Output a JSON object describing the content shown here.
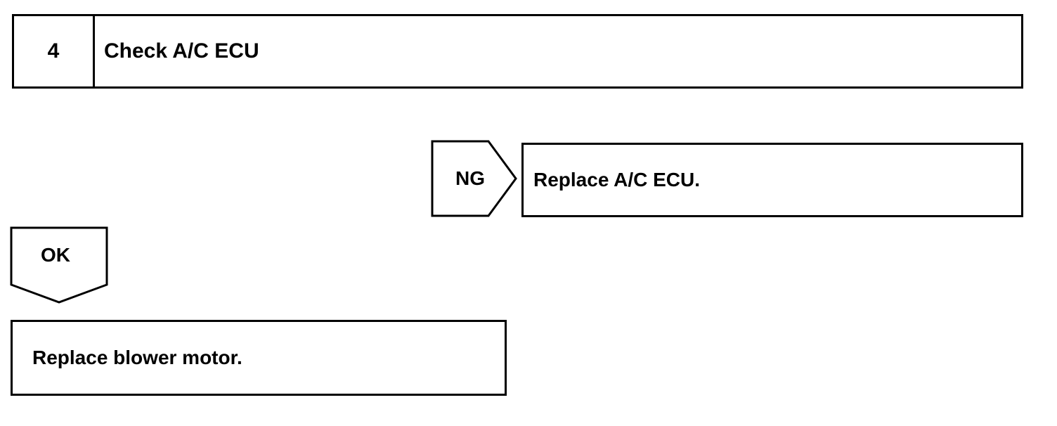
{
  "step": {
    "number": "4",
    "title": "Check A/C ECU"
  },
  "ng_branch": {
    "tag": "NG",
    "action": "Replace A/C ECU."
  },
  "ok_branch": {
    "tag": "OK",
    "action": "Replace blower motor."
  }
}
